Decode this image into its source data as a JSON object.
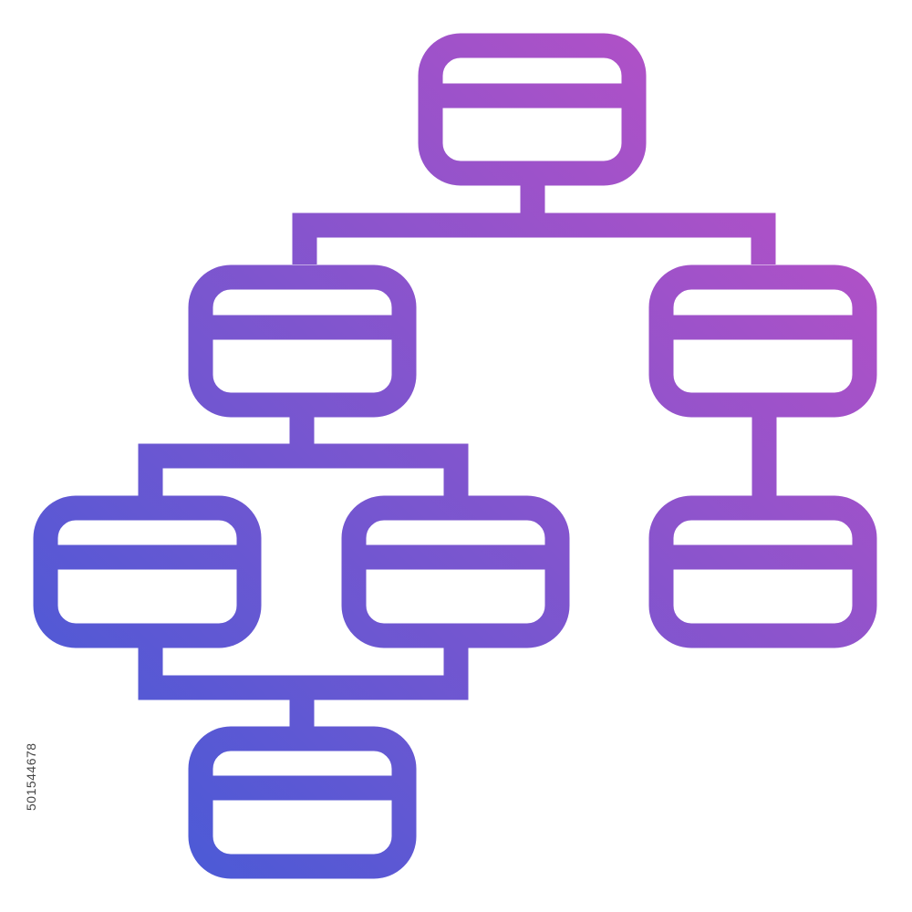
{
  "icon_name": "hierarchy-flowchart-icon",
  "colors": {
    "gradient_start": "#3f5bd8",
    "gradient_end": "#c24fc4",
    "background": "#ffffff"
  },
  "nodes": [
    {
      "id": "root"
    },
    {
      "id": "left-child"
    },
    {
      "id": "right-child"
    },
    {
      "id": "left-left-grandchild"
    },
    {
      "id": "left-right-grandchild"
    },
    {
      "id": "right-grandchild"
    },
    {
      "id": "merged-bottom-node"
    }
  ],
  "watermark": {
    "stock_id": "501544678"
  }
}
